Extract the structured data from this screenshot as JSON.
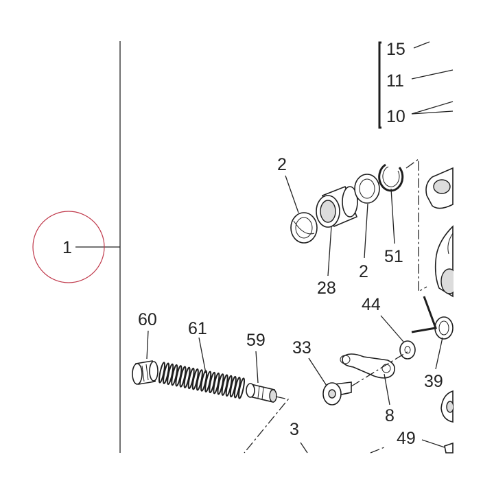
{
  "diagram": {
    "callouts": [
      {
        "id": "c15",
        "text": "15"
      },
      {
        "id": "c11",
        "text": "11"
      },
      {
        "id": "c10",
        "text": "10"
      },
      {
        "id": "c2a",
        "text": "2"
      },
      {
        "id": "c2b",
        "text": "2"
      },
      {
        "id": "c51",
        "text": "51"
      },
      {
        "id": "c28",
        "text": "28"
      },
      {
        "id": "c1",
        "text": "1"
      },
      {
        "id": "c44",
        "text": "44"
      },
      {
        "id": "c60",
        "text": "60"
      },
      {
        "id": "c61",
        "text": "61"
      },
      {
        "id": "c59",
        "text": "59"
      },
      {
        "id": "c33",
        "text": "33"
      },
      {
        "id": "c39",
        "text": "39"
      },
      {
        "id": "c8",
        "text": "8"
      },
      {
        "id": "c3",
        "text": "3"
      },
      {
        "id": "c49",
        "text": "49"
      }
    ],
    "highlight_color": "#c0394b",
    "line_color": "#222222"
  }
}
